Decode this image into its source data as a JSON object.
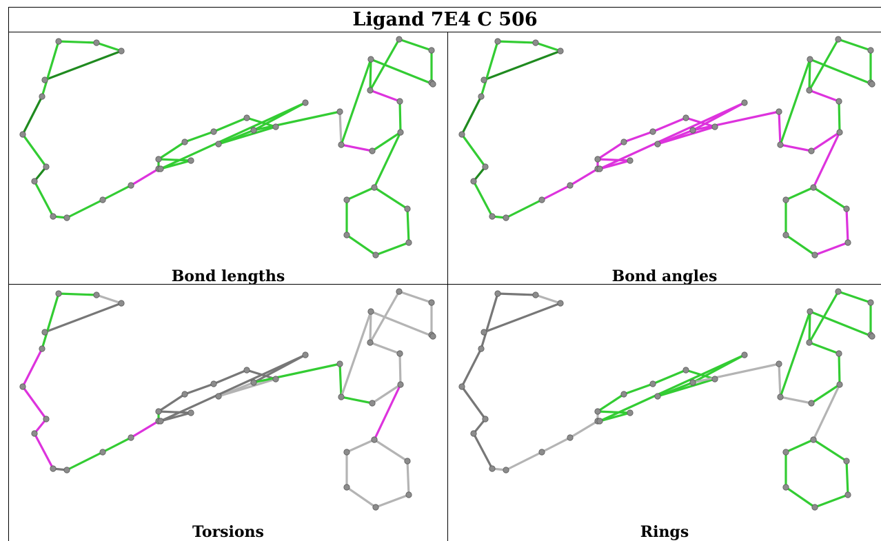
{
  "title": "Ligand 7E4 C 506",
  "panels": [
    {
      "caption": "Bond lengths"
    },
    {
      "caption": "Bond angles"
    },
    {
      "caption": "Torsions"
    },
    {
      "caption": "Rings"
    }
  ],
  "colors": {
    "green": "#33cc33",
    "dark_green": "#1f8a1f",
    "magenta": "#dd33dd",
    "gray": "#b4b4b4",
    "dark_gray": "#777777",
    "atom": "#8c8c8c"
  },
  "molecule": {
    "bonds": [
      [
        0,
        1
      ],
      [
        1,
        2
      ],
      [
        2,
        3
      ],
      [
        0,
        4
      ],
      [
        4,
        5
      ],
      [
        5,
        6
      ],
      [
        6,
        7
      ],
      [
        7,
        8
      ],
      [
        8,
        9
      ],
      [
        9,
        10
      ],
      [
        10,
        11
      ],
      [
        11,
        12
      ],
      [
        12,
        13
      ],
      [
        13,
        14
      ],
      [
        14,
        15
      ],
      [
        15,
        16
      ],
      [
        16,
        17
      ],
      [
        17,
        18
      ],
      [
        18,
        19
      ],
      [
        13,
        20
      ],
      [
        20,
        21
      ],
      [
        21,
        22
      ],
      [
        22,
        19
      ],
      [
        19,
        23
      ],
      [
        23,
        24
      ],
      [
        24,
        25
      ],
      [
        25,
        26
      ],
      [
        26,
        27
      ],
      [
        27,
        28
      ],
      [
        28,
        29
      ],
      [
        29,
        24
      ],
      [
        28,
        30
      ],
      [
        30,
        31
      ],
      [
        31,
        32
      ],
      [
        32,
        33
      ],
      [
        33,
        29
      ],
      [
        26,
        34
      ],
      [
        34,
        35
      ],
      [
        35,
        36
      ],
      [
        36,
        37
      ],
      [
        37,
        38
      ],
      [
        38,
        39
      ],
      [
        39,
        34
      ]
    ],
    "bond_colors": {
      "bond_lengths": [
        "green",
        "green",
        "dark_green",
        "green",
        "dark_green",
        "green",
        "dark_green",
        "green",
        "green",
        "green",
        "green",
        "magenta",
        "green",
        "green",
        "green",
        "green",
        "green",
        "green",
        "green",
        "green",
        "green",
        "green",
        "green",
        "green",
        "gray",
        "magenta",
        "green",
        "green",
        "magenta",
        "green",
        "green",
        "green",
        "green",
        "green",
        "green",
        "green",
        "green",
        "green",
        "green",
        "green",
        "green",
        "green",
        "green"
      ],
      "bond_angles": [
        "green",
        "green",
        "dark_green",
        "green",
        "dark_green",
        "green",
        "dark_green",
        "green",
        "green",
        "green",
        "magenta",
        "magenta",
        "magenta",
        "magenta",
        "magenta",
        "magenta",
        "magenta",
        "magenta",
        "magenta",
        "magenta",
        "magenta",
        "magenta",
        "magenta",
        "magenta",
        "magenta",
        "magenta",
        "magenta",
        "green",
        "magenta",
        "green",
        "green",
        "green",
        "green",
        "green",
        "green",
        "green",
        "magenta",
        "green",
        "green",
        "green",
        "magenta",
        "magenta",
        "green"
      ],
      "torsions": [
        "green",
        "gray",
        "dark_gray",
        "green",
        "magenta",
        "magenta",
        "magenta",
        "magenta",
        "dark_gray",
        "green",
        "green",
        "magenta",
        "green",
        "dark_gray",
        "dark_gray",
        "dark_gray",
        "dark_gray",
        "gray",
        "gray",
        "dark_gray",
        "dark_gray",
        "dark_gray",
        "dark_gray",
        "green",
        "green",
        "green",
        "gray",
        "gray",
        "gray",
        "gray",
        "gray",
        "gray",
        "gray",
        "gray",
        "gray",
        "gray",
        "magenta",
        "gray",
        "gray",
        "gray",
        "gray",
        "gray",
        "gray"
      ],
      "rings": [
        "dark_gray",
        "gray",
        "dark_gray",
        "dark_gray",
        "dark_gray",
        "dark_gray",
        "dark_gray",
        "dark_gray",
        "gray",
        "gray",
        "gray",
        "gray",
        "gray",
        "green",
        "green",
        "green",
        "green",
        "green",
        "green",
        "green",
        "green",
        "green",
        "green",
        "gray",
        "gray",
        "gray",
        "green",
        "green",
        "green",
        "green",
        "green",
        "green",
        "green",
        "green",
        "green",
        "green",
        "gray",
        "green",
        "green",
        "green",
        "green",
        "green",
        "green"
      ]
    }
  }
}
